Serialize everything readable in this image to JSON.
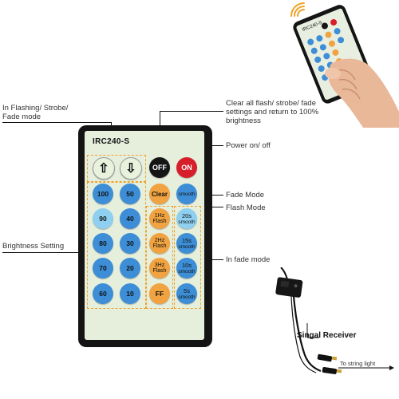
{
  "remote": {
    "model": "IRC240-S",
    "buttons": {
      "up": "⇧",
      "down": "⇩",
      "off": "OFF",
      "on": "ON",
      "clear": "Clear",
      "smooth": "smooth",
      "b100": "100",
      "b50": "50",
      "b90": "90",
      "b40": "40",
      "b80": "80",
      "b30": "30",
      "b70": "70",
      "b20": "20",
      "b60": "60",
      "b10": "10",
      "f1_top": "1Hz",
      "f1_bot": "Flash",
      "f2_top": "2Hz",
      "f2_bot": "Flash",
      "f3_top": "3Hz",
      "f3_bot": "Flash",
      "ff": "FF",
      "s20_top": "20s",
      "s20_bot": "smooth",
      "s15_top": "15s",
      "s15_bot": "smooth",
      "s10_top": "10s",
      "s10_bot": "smooth",
      "s5_top": "5s",
      "s5_bot": "smooth"
    }
  },
  "labels": {
    "flashing_1": "In Flashing/ Strobe/",
    "flashing_2": "Fade mode",
    "clear_1": "Clear all flash/ strobe/ fade",
    "clear_2": "settings and return to 100%",
    "clear_3": "brightness",
    "power": "Power on/ off",
    "fade_mode": "Fade Mode",
    "flash_mode": "Flash Mode",
    "brightness": "Brightness Setting",
    "in_fade": "In fade mode",
    "receiver": "Singal Receiver",
    "string_light": "To string light"
  },
  "colors": {
    "blue": "#3d8ed6",
    "light_blue": "#8fd0f0",
    "orange": "#f0a340",
    "red": "#d61f2a",
    "black_btn": "#151515",
    "face": "#e6eedc",
    "arrow_btn": "#e9f2dd"
  }
}
